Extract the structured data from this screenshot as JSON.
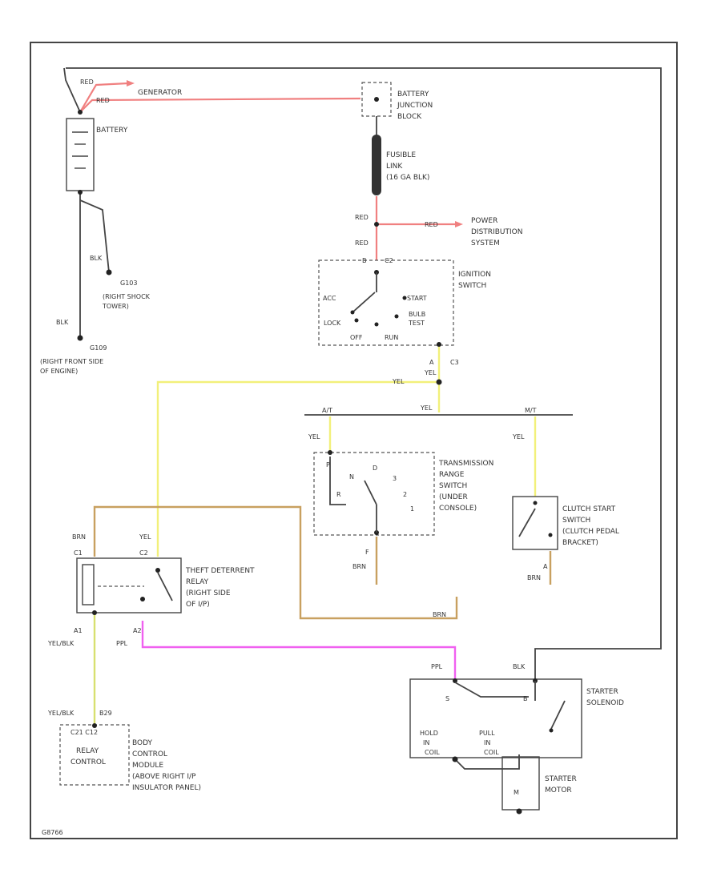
{
  "colors": {
    "red_wire": "#f08080",
    "yellow_wire": "#f2f07a",
    "tan_wire": "#c8a060",
    "pink_wire": "#f060f0",
    "yelblk_wire": "#d8e070",
    "black_wire": "#444444"
  },
  "battery": {
    "label": "BATTERY",
    "wire_red1": "RED",
    "wire_red2": "RED",
    "generator": "GENERATOR",
    "wire_blk1": "BLK",
    "wire_blk2": "BLK",
    "ground1_id": "G103",
    "ground1_desc": [
      "(RIGHT SHOCK",
      "TOWER)"
    ],
    "ground2_id": "G109",
    "ground2_desc": [
      "(RIGHT FRONT SIDE",
      "OF ENGINE)"
    ]
  },
  "junction": {
    "label": [
      "BATTERY",
      "JUNCTION",
      "BLOCK"
    ]
  },
  "fusible": {
    "label": [
      "FUSIBLE",
      "LINK",
      "(16 GA BLK)"
    ]
  },
  "power": {
    "wire_red_a": "RED",
    "wire_red_b": "RED",
    "wire_red_c": "RED",
    "label": [
      "POWER",
      "DISTRIBUTION",
      "SYSTEM"
    ]
  },
  "ignition": {
    "label": [
      "IGNITION",
      "SWITCH"
    ],
    "pin_b": "B",
    "conn_c2": "C2",
    "acc": "ACC",
    "lock": "LOCK",
    "off": "OFF",
    "run": "RUN",
    "start": "START",
    "bulb_test": [
      "BULB",
      "TEST"
    ],
    "pin_a": "A",
    "conn_c3": "C3",
    "wire_yel1": "YEL",
    "wire_yel2": "YEL"
  },
  "bus": {
    "at": "A/T",
    "mt": "M/T",
    "wire_yel": "YEL"
  },
  "transmission": {
    "wire_yel": "YEL",
    "label": [
      "TRANSMISSION",
      "RANGE",
      "SWITCH",
      "(UNDER",
      "CONSOLE)"
    ],
    "positions": [
      "P",
      "R",
      "N",
      "D",
      "3",
      "2",
      "1"
    ],
    "pin": "F",
    "wire_brn": "BRN"
  },
  "clutch": {
    "wire_yel": "YEL",
    "label": [
      "CLUTCH START",
      "SWITCH",
      "(CLUTCH PEDAL",
      "BRACKET)"
    ],
    "pin": "A",
    "wire_brn": "BRN"
  },
  "relay": {
    "wire_brn": "BRN",
    "wire_yel": "YEL",
    "pin_c1": "C1",
    "pin_c2": "C2",
    "label": [
      "THEFT DETERRENT",
      "RELAY",
      "(RIGHT SIDE",
      "OF I/P)"
    ],
    "pin_a1": "A1",
    "pin_a2": "A2",
    "wire_yelblk": "YEL/BLK",
    "wire_ppl": "PPL",
    "wire_brn2": "BRN"
  },
  "solenoid": {
    "wire_ppl": "PPL",
    "wire_blk": "BLK",
    "pin_s": "S",
    "pin_b": "B",
    "label": [
      "STARTER",
      "SOLENOID"
    ],
    "hold_in": [
      "HOLD",
      "IN"
    ],
    "pull_in": [
      "PULL",
      "IN"
    ],
    "coil_a": "COIL",
    "coil_b": "COIL"
  },
  "motor": {
    "label": [
      "STARTER",
      "MOTOR"
    ],
    "pin_m": "M"
  },
  "bcm": {
    "wire_yelblk": "YEL/BLK",
    "pin_id": "B29",
    "conn": "C21 C12",
    "relay_label": [
      "RELAY",
      "CONTROL"
    ],
    "label": [
      "BODY",
      "CONTROL",
      "MODULE",
      "(ABOVE RIGHT I/P",
      "INSULATOR PANEL)"
    ]
  },
  "footer": {
    "code": "G8766"
  }
}
